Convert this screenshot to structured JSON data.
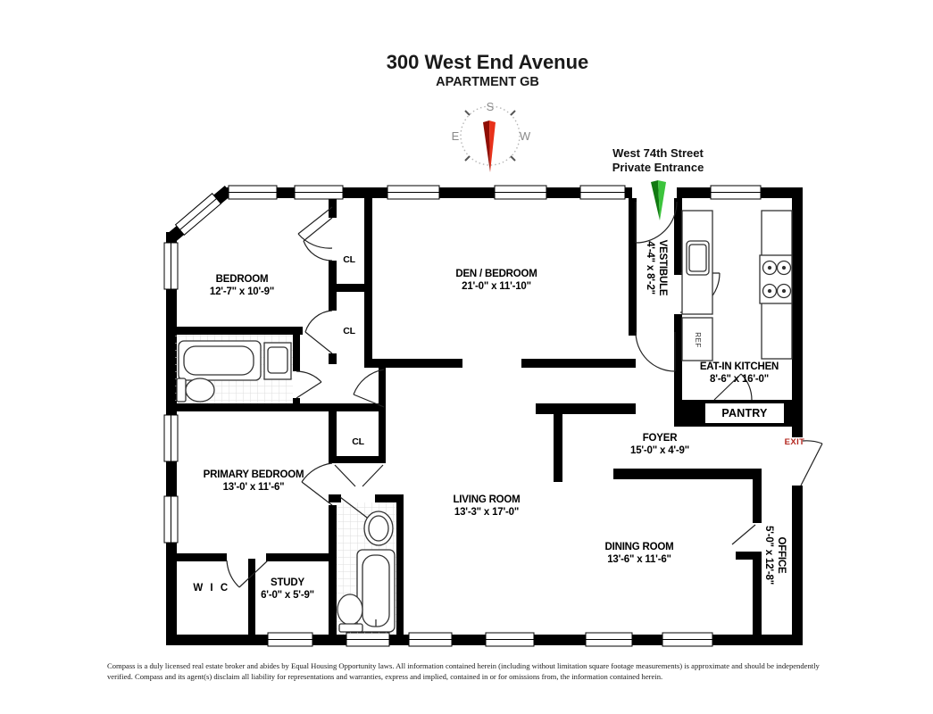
{
  "title": {
    "line1": "300 West End Avenue",
    "line2": "APARTMENT GB"
  },
  "compass": {
    "top": "S",
    "left": "E",
    "right": "W"
  },
  "entrance_note": {
    "line1": "West 74th Street",
    "line2": "Private Entrance"
  },
  "rooms": {
    "bedroom": {
      "name": "BEDROOM",
      "dims": "12'-7\" x 10'-9\""
    },
    "den": {
      "name": "DEN / BEDROOM",
      "dims": "21'-0\" x 11'-10\""
    },
    "vestibule": {
      "name": "VESTIBULE",
      "dims": "4'-4\" x 8'-2\""
    },
    "kitchen": {
      "name": "EAT-IN KITCHEN",
      "dims": "8'-6\" x 16'-0\""
    },
    "pantry": {
      "name": "PANTRY"
    },
    "foyer": {
      "name": "FOYER",
      "dims": "15'-0\" x 4'-9\""
    },
    "primary_bedroom": {
      "name": "PRIMARY BEDROOM",
      "dims": "13'-0' x 11'-6\""
    },
    "living_room": {
      "name": "LIVING ROOM",
      "dims": "13'-3\" x 17'-0\""
    },
    "dining_room": {
      "name": "DINING ROOM",
      "dims": "13'-6\" x 11'-6\""
    },
    "office": {
      "name": "OFFICE",
      "dims": "5'-0\" x 12'-8\""
    },
    "study": {
      "name": "STUDY",
      "dims": "6'-0\" x 5'-9\""
    },
    "wic": {
      "name": "W I C"
    },
    "closet": {
      "name": "CL"
    }
  },
  "labels": {
    "exit": "EXIT",
    "ref": "REF"
  },
  "colors": {
    "wall": "#000000",
    "needle_red": "#c8170d",
    "arrow_green": "#2fae2f",
    "exit_red": "#b3261e",
    "compass_gray": "#8a8a8a"
  },
  "disclaimer": {
    "line1": "Compass is a duly licensed real estate broker and abides by Equal Housing Opportunity laws. All information contained herein (including without limitation square footage measurements) is approximate and should be independently",
    "line2": "verified. Compass and its agent(s) disclaim all liability for representations and warranties, express and implied, contained in or for omissions from, the information contained herein."
  }
}
